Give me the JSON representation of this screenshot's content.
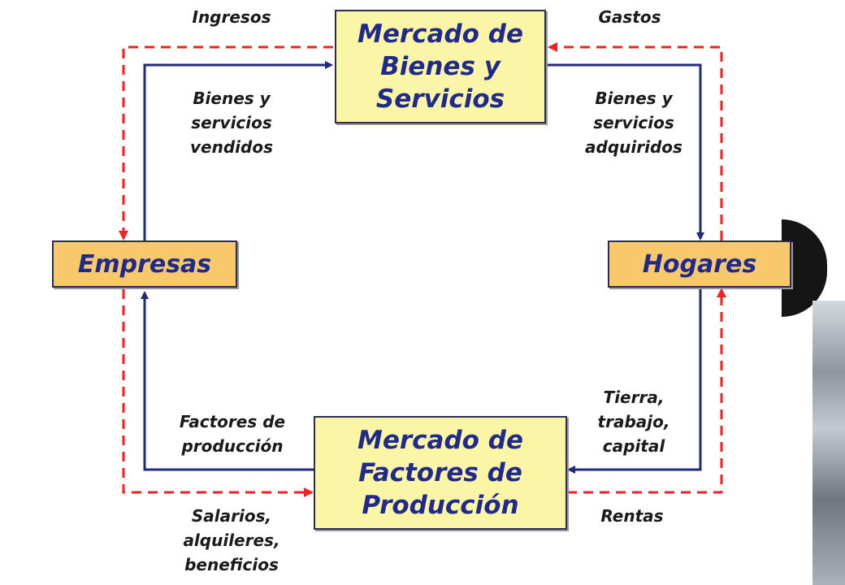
{
  "boxes": {
    "bienes_servicios": "Mercado de\nBienes y\nServicios",
    "empresas": "Empresas",
    "hogares": "Hogares",
    "factores_produccion": "Mercado de\nFactores de\nProducción"
  },
  "labels": {
    "ingresos": "Ingresos",
    "gastos": "Gastos",
    "bienes_vendidos": "Bienes y\nservicios\nvendidos",
    "bienes_adquiridos": "Bienes y\nservicios\nadquiridos",
    "factores": "Factores de\nproducción",
    "tierra_trabajo_capital": "Tierra,\ntrabajo,\ncapital",
    "salarios": "Salarios,\nalquileres,\nbeneficios",
    "rentas": "Rentas"
  },
  "colors": {
    "real_flow": "#1f2a78",
    "money_flow": "#ee2222",
    "market_fill": "#fbf5a6",
    "agent_fill": "#f7c96b"
  }
}
